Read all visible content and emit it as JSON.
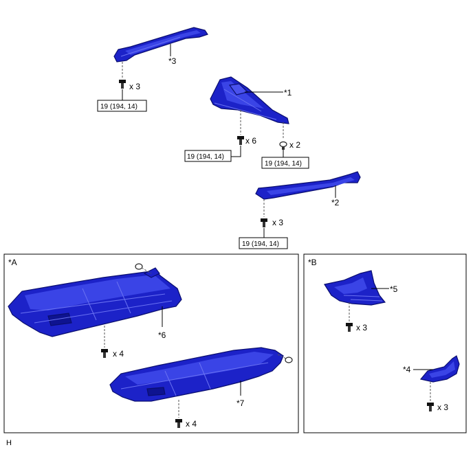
{
  "labels": {
    "p3": "*3",
    "p1": "*1",
    "p2": "*2",
    "p5": "*5",
    "p4": "*4",
    "p6": "*6",
    "p7": "*7",
    "panelA": "*A",
    "panelB": "*B",
    "corner": "H"
  },
  "quantities": {
    "bolt_p3": "x 3",
    "bolt_p1a": "x 6",
    "nut_p1b": "x 2",
    "bolt_p2": "x 3",
    "bolt_p6": "x 4",
    "bolt_p7": "x 4",
    "bolt_p5": "x 3",
    "bolt_p4": "x 3"
  },
  "torque": {
    "t1": "19 (194, 14)",
    "t2": "19 (194, 14)",
    "t3": "19 (194, 14)",
    "t4": "19 (194, 14)"
  },
  "colors": {
    "part_fill": "#1c22c8",
    "part_outline": "#0a0e6e",
    "text": "#000000"
  }
}
